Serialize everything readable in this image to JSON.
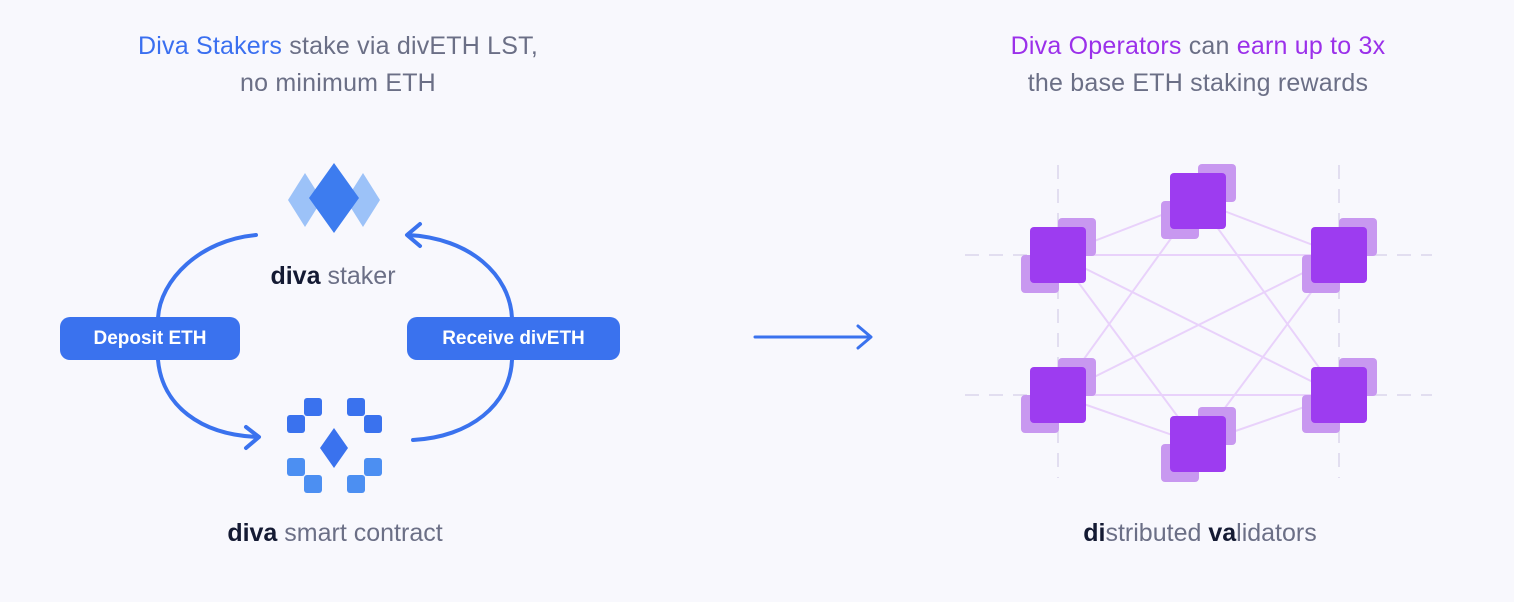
{
  "left_heading": {
    "line1_highlight": "Diva Stakers",
    "line1_rest": " stake via divETH LST,",
    "line2": "no minimum ETH"
  },
  "right_heading": {
    "line1_highlight_a": "Diva Operators",
    "line1_middle": " can ",
    "line1_highlight_b": "earn up to 3x",
    "line2": "the base ETH staking rewards"
  },
  "staker": {
    "brand": "diva",
    "label": " staker"
  },
  "contract": {
    "brand": "diva",
    "label": " smart contract"
  },
  "validators": {
    "bold_a": "di",
    "rest_a": "stributed ",
    "bold_b": "va",
    "rest_b": "lidators"
  },
  "pills": {
    "deposit": "Deposit ETH",
    "receive": "Receive divETH"
  },
  "colors": {
    "blue": "#3a6ff0",
    "purple": "#9b30ea",
    "validator_dark": "#9d3cf0",
    "validator_light": "#c898f0",
    "text_dark": "#141a33",
    "text_muted": "#6b6f86",
    "background": "#f8f8fd"
  },
  "icons": [
    "staker-diamond-icon",
    "smart-contract-icon",
    "right-arrow-icon",
    "validator-node-icon"
  ]
}
